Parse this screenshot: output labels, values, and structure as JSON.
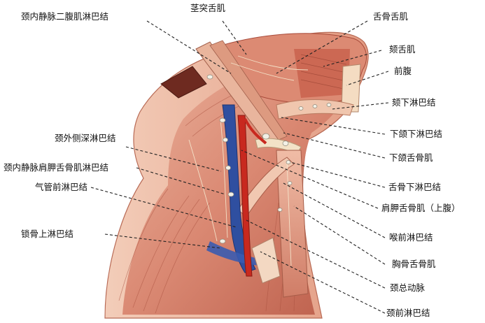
{
  "colors": {
    "background": "#ffffff",
    "muscle": "#d9826c",
    "muscle_light": "#ecb39e",
    "muscle_dark": "#a84a3a",
    "skin": "#f1c6b2",
    "artery": "#c8291f",
    "vein": "#2f4fa0",
    "lymph_node": "#f2f0e6",
    "label_text": "#111111"
  },
  "labels": {
    "jugulodigastric": "颈内静脉二腹肌淋巴结",
    "stylohyoid": "茎突舌肌",
    "hyoglossus": "舌骨舌肌",
    "genioglossus": "颏舌肌",
    "anterior_belly": "前腹",
    "submental_nodes": "颏下淋巴结",
    "submandibular_nodes": "下颌下淋巴结",
    "lateral_deep_nodes": "颈外侧深淋巴结",
    "mylohyoid": "下颌舌骨肌",
    "jugulo_omohyoid": "颈内静脉肩胛舌骨肌淋巴结",
    "infrahyoid_nodes": "舌骨下淋巴结",
    "pretracheal_nodes": "气管前淋巴结",
    "omohyoid_upper": "肩胛舌骨肌（上腹）",
    "prelaryngeal_nodes": "喉前淋巴结",
    "supraclavicular_nodes": "锁骨上淋巴结",
    "sternohyoid": "胸骨舌骨肌",
    "common_carotid": "颈总动脉",
    "anterior_cervical_nodes": "颈前淋巴结"
  }
}
